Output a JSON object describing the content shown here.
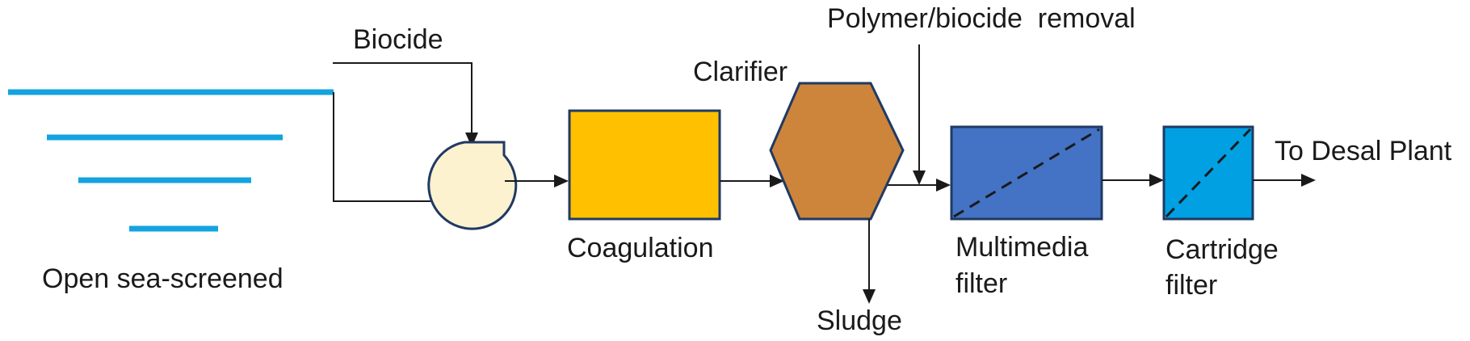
{
  "labels": {
    "biocide": "Biocide",
    "source": "Open sea-screened",
    "clarifier": "Clarifier",
    "coagulation": "Coagulation",
    "polymer_removal": "Polymer/biocide  removal",
    "sludge": "Sludge",
    "multimedia_line1": "Multimedia",
    "multimedia_line2": "filter",
    "cartridge_line1": "Cartridge",
    "cartridge_line2": "filter",
    "destination": "To Desal Plant"
  },
  "colors": {
    "water": "#13a3df",
    "pump_fill": "#fdf2cf",
    "pump_stroke": "#1f3a63",
    "coagulation_fill": "#ffc000",
    "clarifier_fill": "#cd843b",
    "multimedia_fill": "#4472c4",
    "cartridge_fill": "#00a0e3",
    "outline": "#1f3a63"
  }
}
